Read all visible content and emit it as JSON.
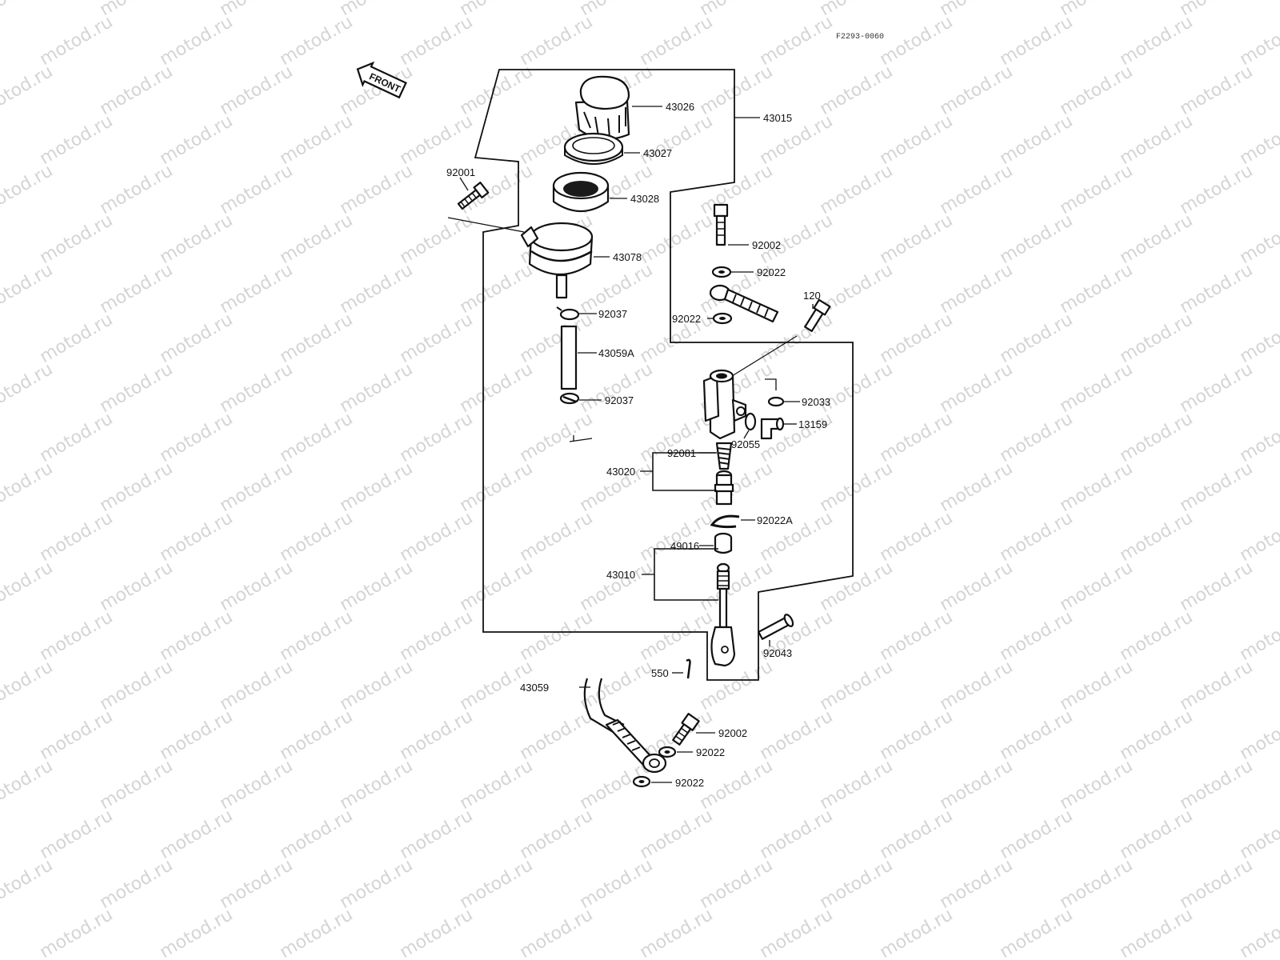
{
  "watermark": {
    "text": "motod.ru"
  },
  "figure_code": "F2293-0060",
  "front_badge": "FRONT",
  "parts": {
    "p43026": "43026",
    "p43015": "43015",
    "p43027": "43027",
    "p92001": "92001",
    "p43028": "43028",
    "p92002_top": "92002",
    "p92022_a": "92022",
    "p43078": "43078",
    "p120": "120",
    "p92037_top": "92037",
    "p92022_b": "92022",
    "p43059A": "43059A",
    "p92037_bot": "92037",
    "p92033": "92033",
    "p13159": "13159",
    "p92055": "92055",
    "p92081": "92081",
    "p43020": "43020",
    "p92022A": "92022A",
    "p49016": "49016",
    "p43010": "43010",
    "p92043": "92043",
    "p550": "550",
    "p43059": "43059",
    "p92002_bot": "92002",
    "p92022_c": "92022",
    "p92022_d": "92022"
  }
}
